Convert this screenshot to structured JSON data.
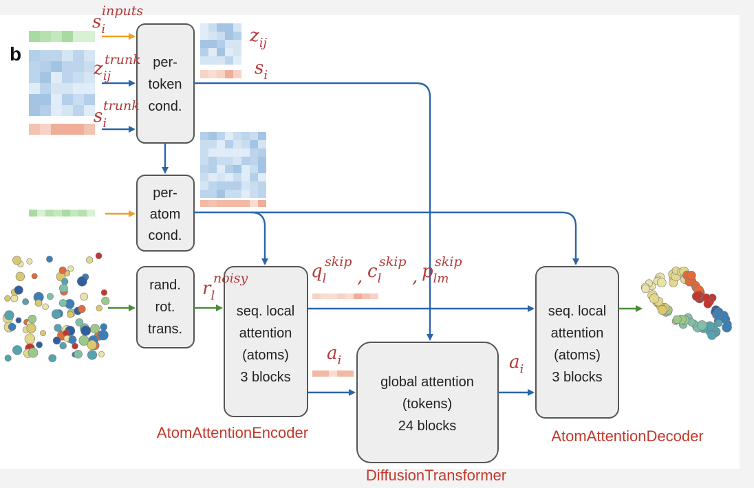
{
  "panel_letter": "b",
  "inputs": {
    "s_inputs": {
      "base": "s",
      "sub": "i",
      "sup": "inputs"
    },
    "z_trunk": {
      "base": "z",
      "sub": "ij",
      "sup": "trunk"
    },
    "s_trunk": {
      "base": "s",
      "sub": "i",
      "sup": "trunk"
    },
    "z_out": {
      "base": "z",
      "sub": "ij"
    },
    "s_out": {
      "base": "s",
      "sub": "i"
    },
    "r_noisy": {
      "base": "r",
      "sub": "l",
      "sup": "noisy"
    },
    "skip": {
      "q": "q",
      "q_sub": "l",
      "q_sup": "skip",
      "c": "c",
      "c_sub": "l",
      "c_sup": "skip",
      "p": "p",
      "p_sub": "lm",
      "p_sup": "skip",
      "sep": ","
    },
    "a_left": {
      "base": "a",
      "sub": "i"
    },
    "a_right": {
      "base": "a",
      "sub": "i"
    }
  },
  "boxes": {
    "per_token": [
      "per-",
      "token",
      "cond."
    ],
    "per_atom": [
      "per-",
      "atom",
      "cond."
    ],
    "rand_rot": [
      "rand.",
      "rot.",
      "trans."
    ],
    "enc_attn": [
      "seq. local",
      "attention",
      "(atoms)",
      "3 blocks"
    ],
    "global_attn": [
      "global attention",
      "(tokens)",
      "24 blocks"
    ],
    "dec_attn": [
      "seq. local",
      "attention",
      "(atoms)",
      "3 blocks"
    ]
  },
  "labels": {
    "encoder": "AtomAttentionEncoder",
    "transformer": "DiffusionTransformer",
    "decoder": "AtomAttentionDecoder"
  },
  "colors": {
    "arrow_blue": "#2a65a8",
    "arrow_orange": "#f0a020",
    "arrow_green": "#4a8c3a",
    "label_red": "#c0392b"
  }
}
